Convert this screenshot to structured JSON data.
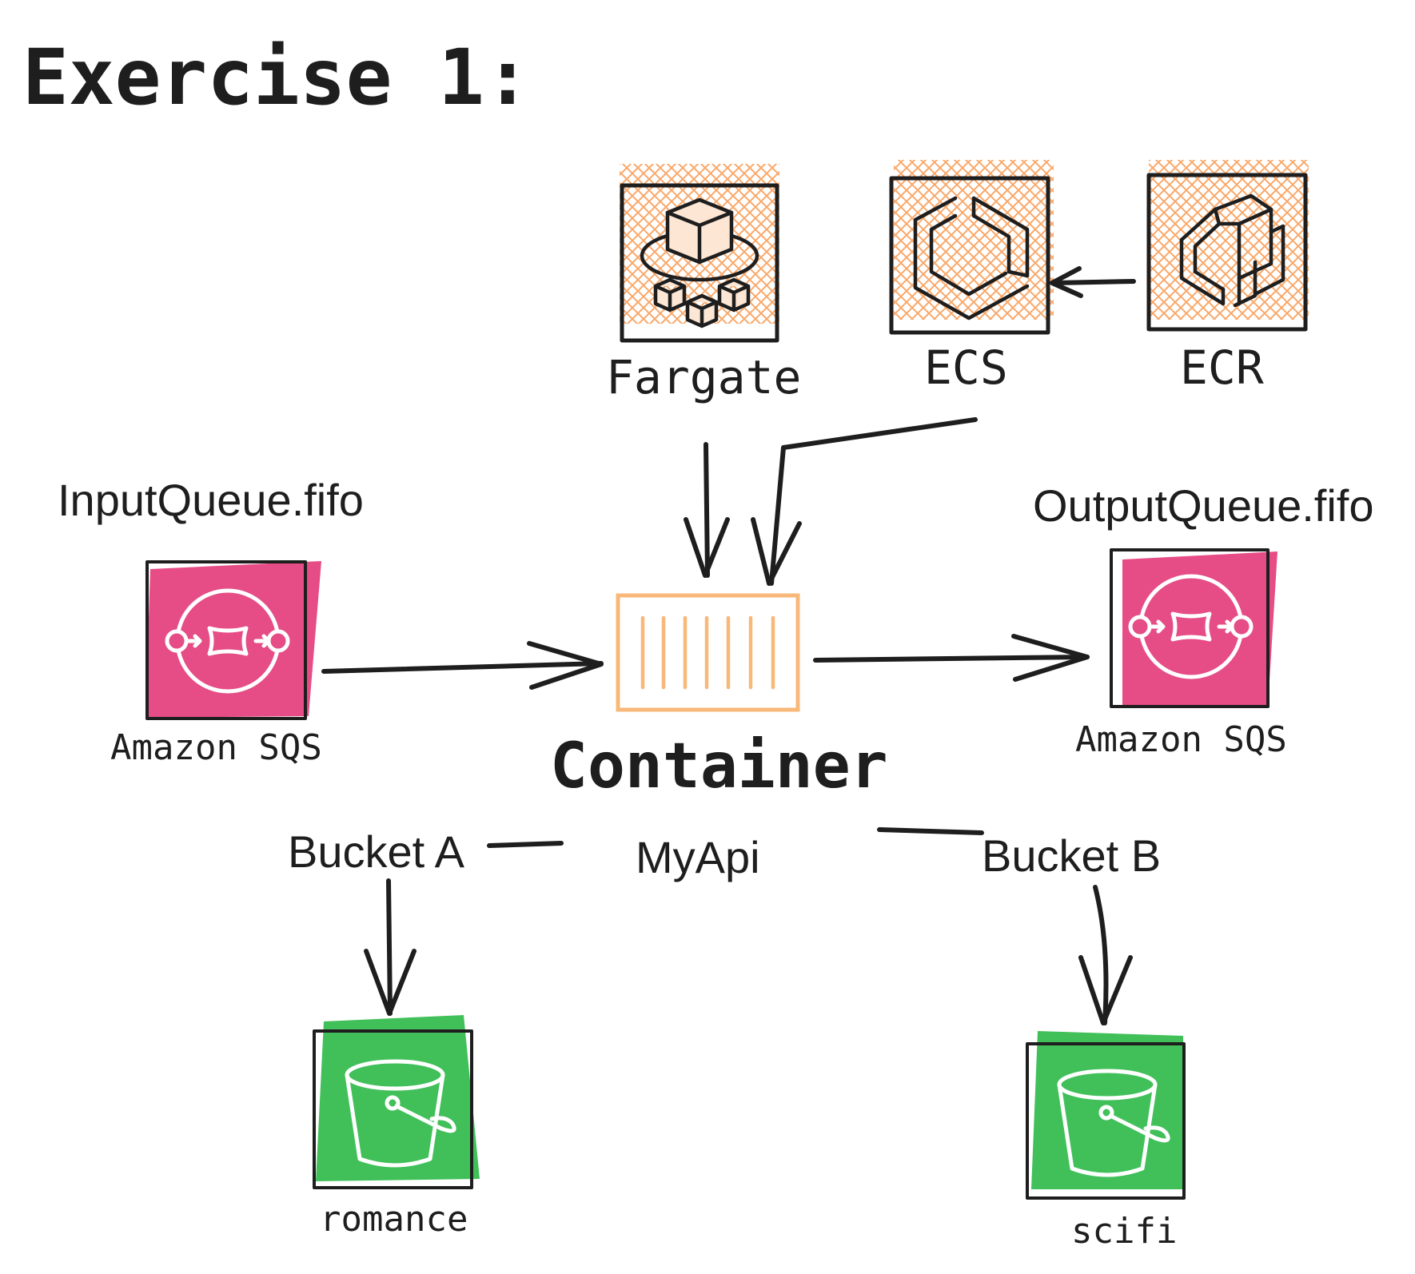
{
  "title": "Exercise 1:",
  "nodes": {
    "fargate": {
      "label": "Fargate",
      "icon": "fargate-icon"
    },
    "ecs": {
      "label": "ECS",
      "icon": "ecs-icon"
    },
    "ecr": {
      "label": "ECR",
      "icon": "ecr-icon"
    },
    "input_queue": {
      "name": "InputQueue.fifo",
      "label": "Amazon SQS",
      "icon": "sqs-icon"
    },
    "output_queue": {
      "name": "OutputQueue.fifo",
      "label": "Amazon SQS",
      "icon": "sqs-icon"
    },
    "container": {
      "label": "Container",
      "icon": "container-icon"
    },
    "bucket_a_label": "Bucket A",
    "bucket_b_label": "Bucket B",
    "api_label": "MyApi",
    "bucket_romance": {
      "label": "romance",
      "icon": "s3-bucket-icon"
    },
    "bucket_scifi": {
      "label": "scifi",
      "icon": "s3-bucket-icon"
    }
  },
  "colors": {
    "ink": "#1e1e1e",
    "sqs_pink": "#e64c85",
    "s3_green": "#41c05a",
    "container_orange": "#f8b87a",
    "hatch_orange": "#f9a86a"
  }
}
